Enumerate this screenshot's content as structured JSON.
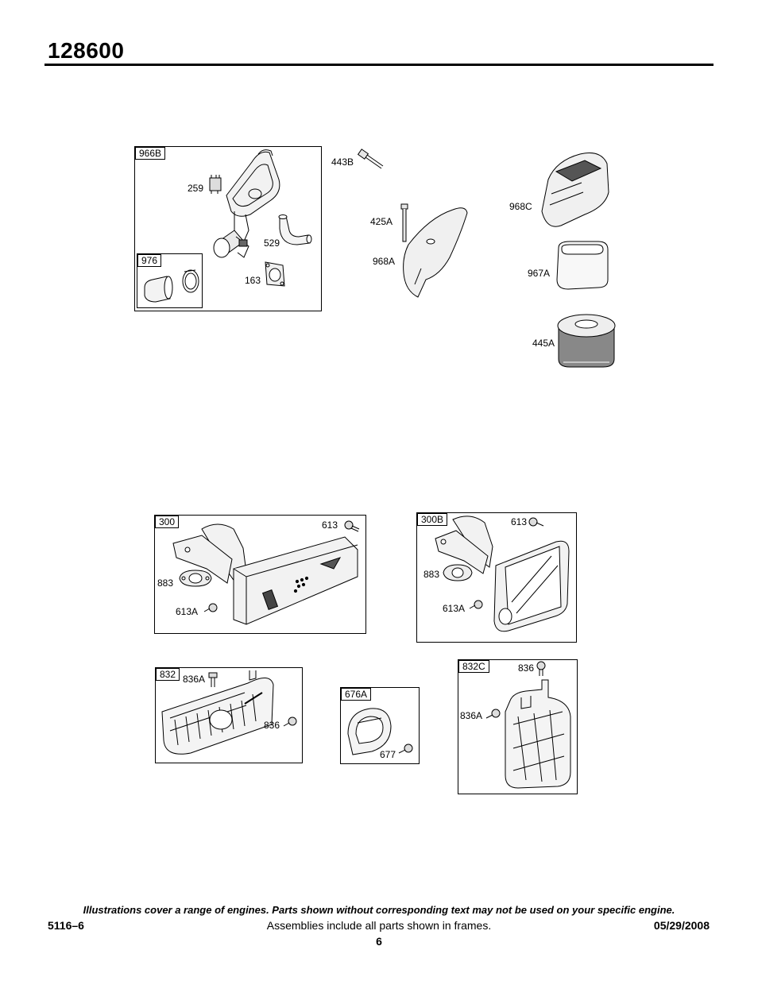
{
  "header": {
    "model": "128600"
  },
  "groups": {
    "air_cleaner_base": {
      "tag": "966B",
      "parts": [
        "259",
        "529",
        "163"
      ]
    },
    "air_cleaner_sub": {
      "tag": "976"
    },
    "air_cleaner_loose": [
      "443B",
      "425A",
      "968A",
      "968C",
      "967A",
      "445A"
    ],
    "muffler_300": {
      "tag": "300",
      "parts": [
        "613",
        "883",
        "613A"
      ]
    },
    "muffler_300b": {
      "tag": "300B",
      "parts": [
        "613",
        "883",
        "613A"
      ]
    },
    "guard_832": {
      "tag": "832",
      "parts": [
        "836A",
        "836"
      ]
    },
    "deflector_676a": {
      "tag": "676A",
      "parts": [
        "677"
      ]
    },
    "guard_832c": {
      "tag": "832C",
      "parts": [
        "836",
        "836A"
      ]
    }
  },
  "footer": {
    "disclaimer": "Illustrations cover a range of engines. Parts shown without corresponding text may not be used on your specific engine.",
    "doc_id": "5116–6",
    "frames_note": "Assemblies include all parts shown in frames.",
    "date": "05/29/2008",
    "page": "6"
  }
}
